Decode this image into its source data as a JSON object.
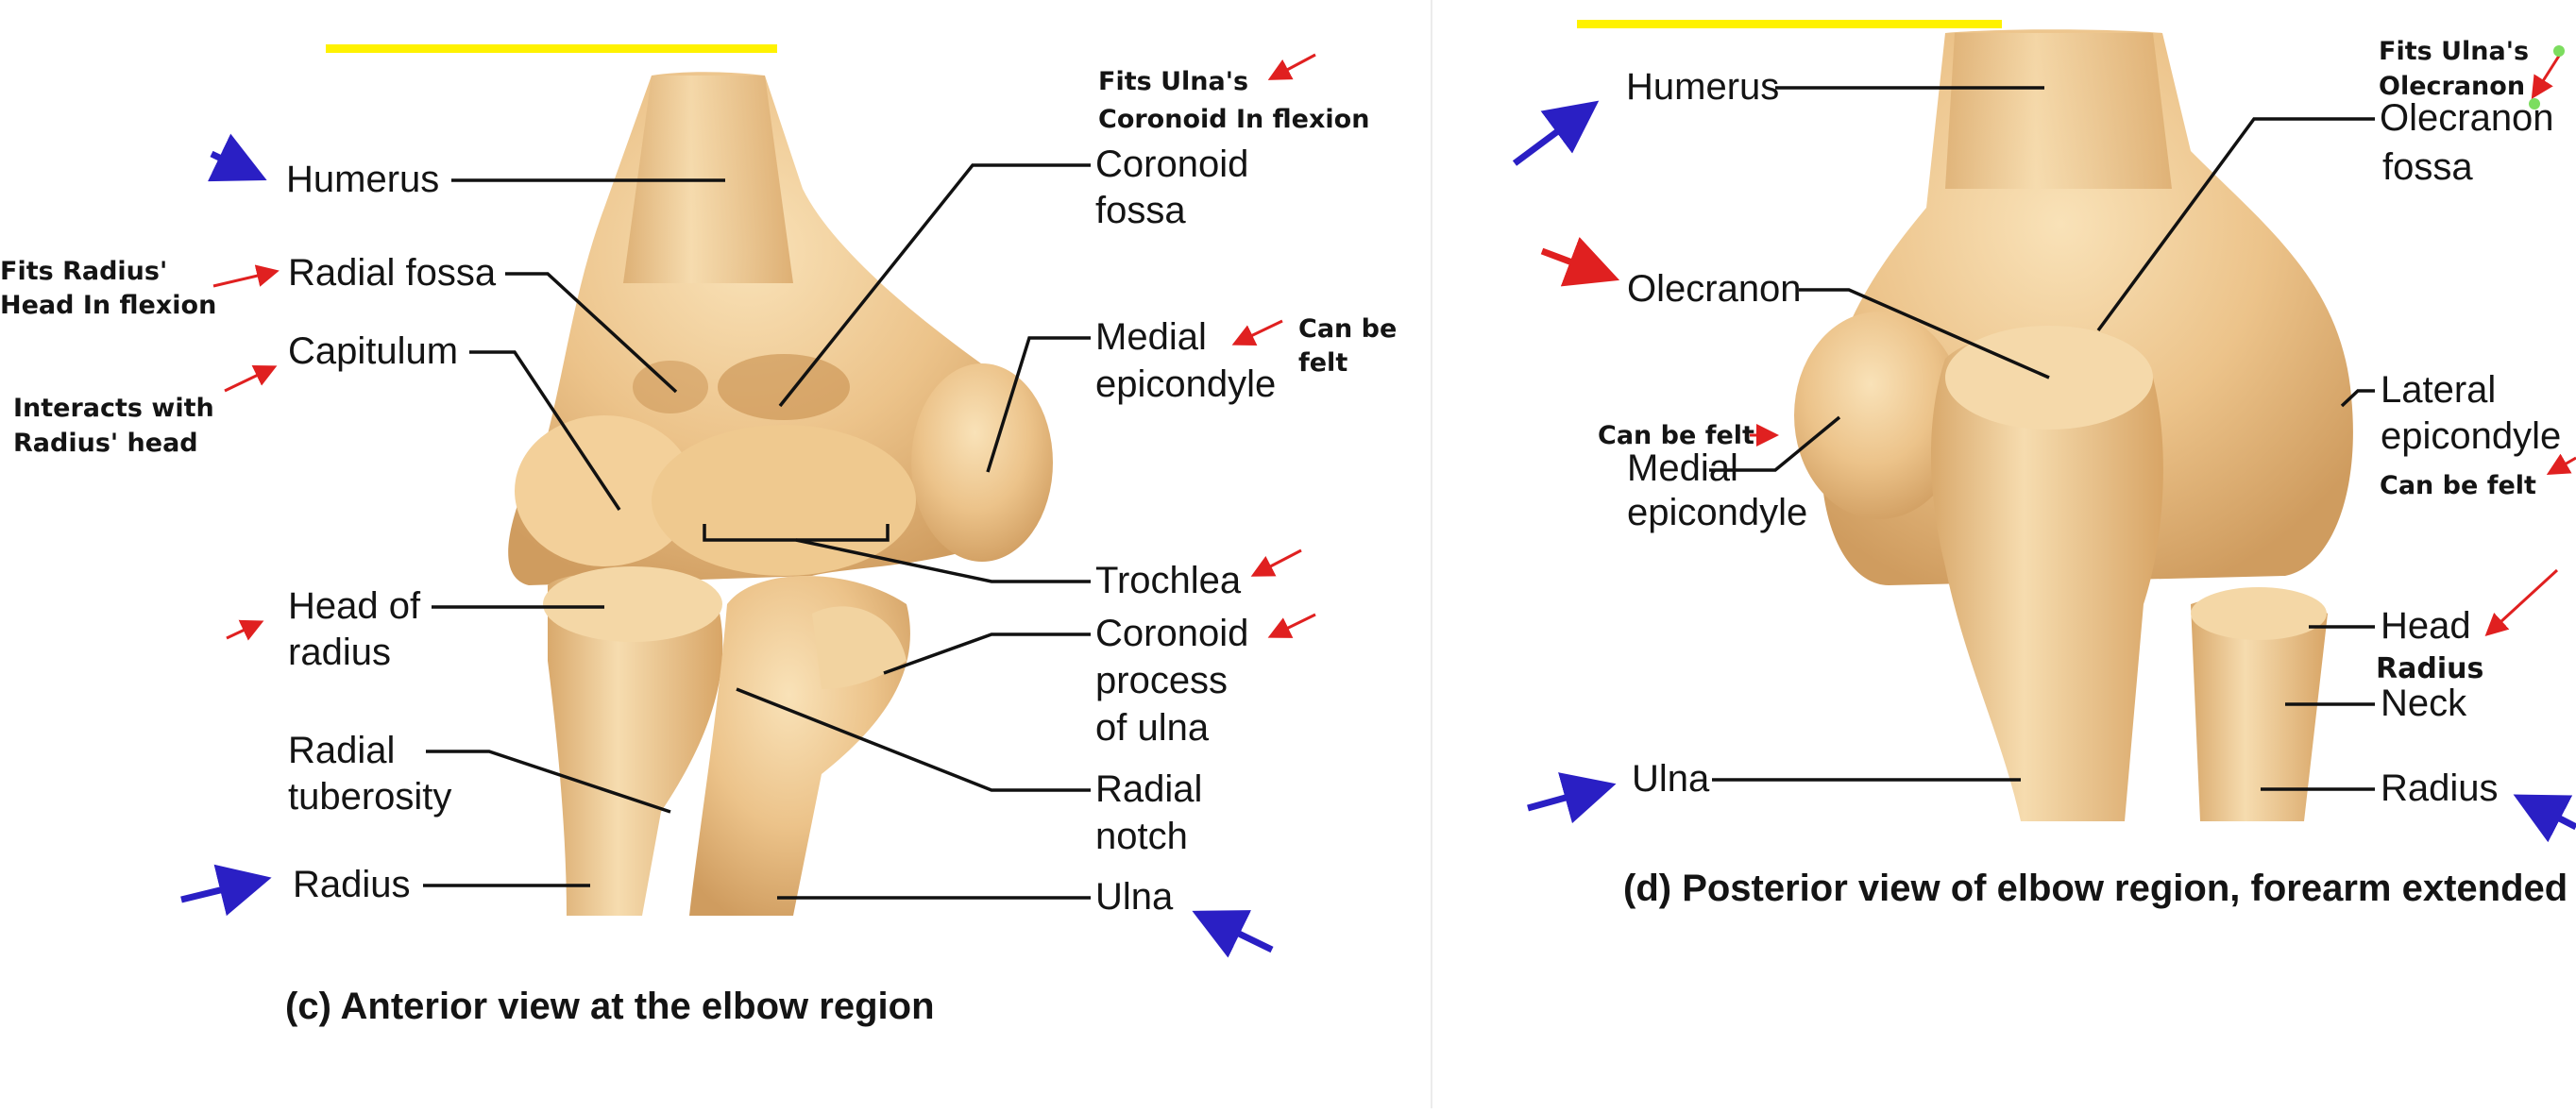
{
  "colors": {
    "bone": "#ecc38a",
    "bone_light": "#f7deb2",
    "bone_shadow": "#cf9c5f",
    "highlight_bar": "#fff200",
    "arrow_blue": "#2a1fc4",
    "arrow_red": "#e02020",
    "divider": "#ececec"
  },
  "anterior": {
    "caption": "(c) Anterior view at the elbow region",
    "labels": {
      "humerus": "Humerus",
      "radial_fossa": "Radial fossa",
      "capitulum": "Capitulum",
      "head_of_radius_1": "Head of",
      "head_of_radius_2": "radius",
      "radial_tuberosity_1": "Radial",
      "radial_tuberosity_2": "tuberosity",
      "radius": "Radius",
      "coronoid_fossa_1": "Coronoid",
      "coronoid_fossa_2": "fossa",
      "medial_epicondyle_1": "Medial",
      "medial_epicondyle_2": "epicondyle",
      "trochlea": "Trochlea",
      "coronoid_process_1": "Coronoid",
      "coronoid_process_2": "process",
      "coronoid_process_3": "of ulna",
      "radial_notch_1": "Radial",
      "radial_notch_2": "notch",
      "ulna": "Ulna"
    },
    "notes": {
      "fits_radius_1": "Fits Radius'",
      "fits_radius_2": "Head In flexion",
      "interacts_1": "Interacts with",
      "interacts_2": "Radius' head",
      "fits_ulna_1": "Fits Ulna's",
      "fits_ulna_2": "Coronoid In flexion",
      "can_be_felt_1": "Can be",
      "can_be_felt_2": "felt"
    }
  },
  "posterior": {
    "caption": "(d) Posterior view of elbow region, forearm extended",
    "labels": {
      "humerus": "Humerus",
      "olecranon": "Olecranon",
      "medial_epicondyle_1": "Medial",
      "medial_epicondyle_2": "epicondyle",
      "ulna": "Ulna",
      "olecranon_fossa_1": "Olecranon",
      "olecranon_fossa_2": "fossa",
      "lateral_epicondyle_1": "Lateral",
      "lateral_epicondyle_2": "epicondyle",
      "head": "Head",
      "neck": "Neck",
      "radius": "Radius"
    },
    "notes": {
      "fits_ulna_1": "Fits Ulna's",
      "fits_ulna_2": "Olecranon",
      "can_be_felt_left": "Can be felt",
      "can_be_felt_right": "Can be felt",
      "radius_bracket": "Radius"
    }
  }
}
